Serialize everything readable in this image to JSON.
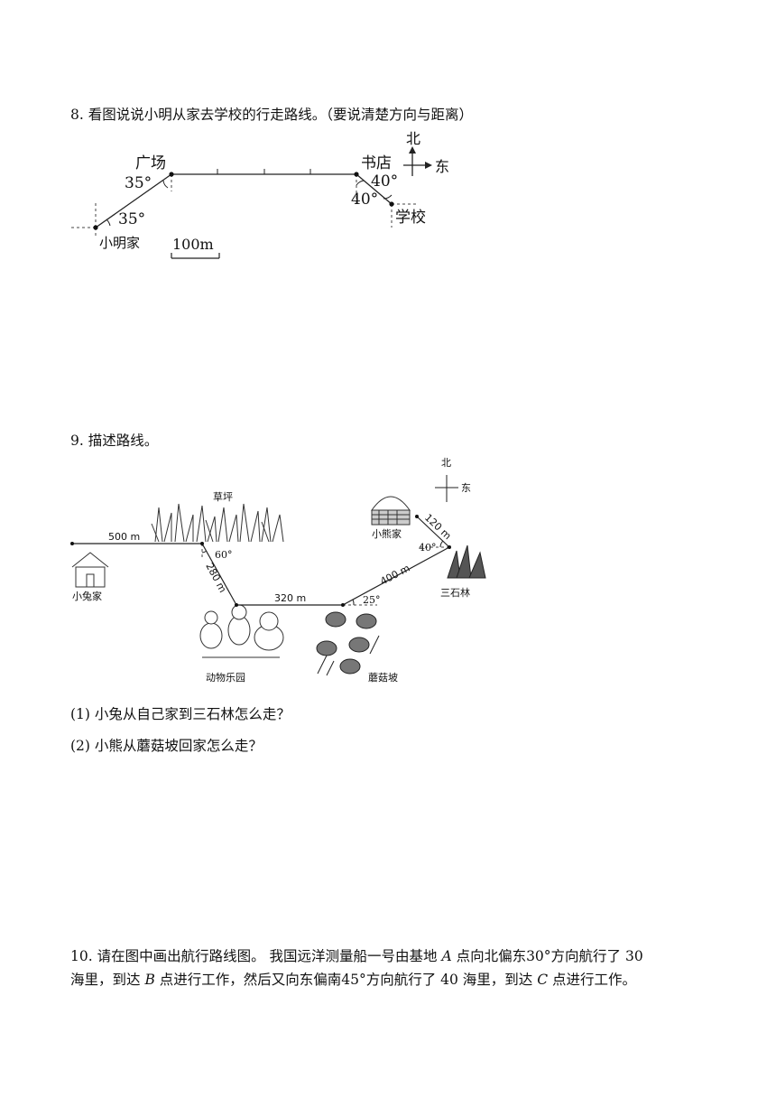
{
  "q8": {
    "title": "8. 看图说说小明从家去学校的行走路线。（要说清楚方向与距离）",
    "labels": {
      "plaza": "广场",
      "bookstore": "书店",
      "home": "小明家",
      "school": "学校",
      "north": "北",
      "east": "东",
      "angle_plaza": "35°",
      "angle_home": "35°",
      "angle_book": "40°",
      "angle_school": "40°",
      "scale": "100m"
    }
  },
  "q9": {
    "title": "9. 描述路线。",
    "labels": {
      "north": "北",
      "east": "东",
      "grass": "草坪",
      "bear_home": "小熊家",
      "rabbit_home": "小兔家",
      "stone_forest": "三石林",
      "zoo": "动物乐园",
      "mushroom_slope": "蘑菇坡",
      "d500": "500 m",
      "d280": "280 m",
      "d320": "320 m",
      "d400": "400 m",
      "d120": "120 m",
      "a60": "60°",
      "a25": "25°",
      "a40": "40°"
    },
    "sub1": "(1) 小兔从自己家到三石林怎么走？",
    "sub2": "(2) 小熊从蘑菇坡回家怎么走？"
  },
  "q10": {
    "line1_a": "10. 请在图中画出航行路线图。  我国远洋测量船一号由基地 ",
    "var_a": "A",
    "line1_b": " 点向北偏东30°方向航行了 30",
    "line2_a": "海里，到达 ",
    "var_b": "B",
    "line2_b": " 点进行工作，然后又向东偏南45°方向航行了 40 海里，到达 ",
    "var_c": "C",
    "line2_c": " 点进行工作。"
  }
}
